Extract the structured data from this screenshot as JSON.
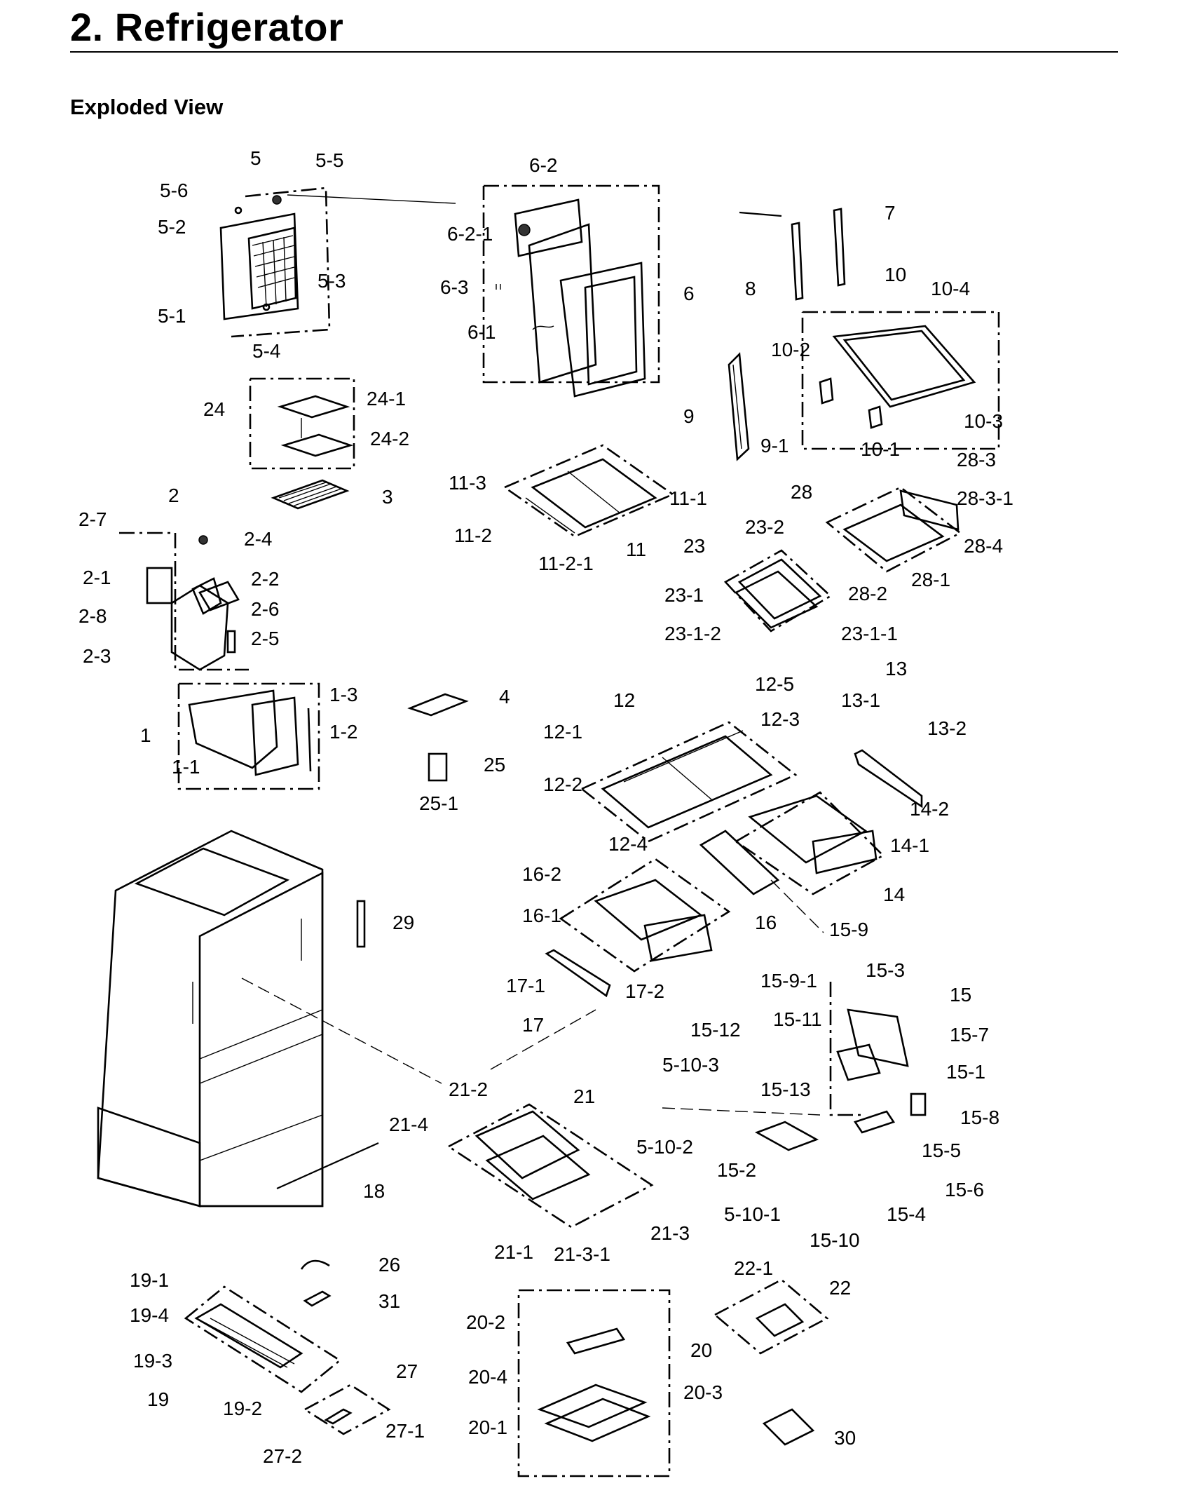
{
  "page": {
    "title": "2.  Refrigerator",
    "subtitle": "Exploded View"
  },
  "callouts": [
    "5",
    "5-5",
    "5-6",
    "5-2",
    "5-3",
    "5-1",
    "5-4",
    "6-2",
    "6-2-1",
    "6-3",
    "6",
    "6-1",
    "7",
    "8",
    "10",
    "10-4",
    "10-2",
    "10-3",
    "9",
    "9-1",
    "10-1",
    "24",
    "24-1",
    "24-2",
    "3",
    "11-3",
    "11-1",
    "11-2",
    "11",
    "11-2-1",
    "28",
    "28-3",
    "28-3-1",
    "28-4",
    "28-1",
    "28-2",
    "23",
    "23-2",
    "23-1",
    "23-1-2",
    "23-1-1",
    "2",
    "2-7",
    "2-4",
    "2-1",
    "2-2",
    "2-8",
    "2-6",
    "2-3",
    "2-5",
    "1",
    "1-3",
    "1-2",
    "1-1",
    "4",
    "25",
    "25-1",
    "12",
    "12-5",
    "12-3",
    "12-1",
    "12-2",
    "12-4",
    "13",
    "13-1",
    "13-2",
    "14-2",
    "14-1",
    "14",
    "16-2",
    "16-1",
    "16",
    "29",
    "17-1",
    "17-2",
    "17",
    "15-9",
    "15-9-1",
    "15-3",
    "15",
    "15-7",
    "15-1",
    "15-12",
    "15-11",
    "5-10-3",
    "15-13",
    "15-8",
    "21-2",
    "21",
    "21-4",
    "5-10-2",
    "15-2",
    "15-5",
    "15-6",
    "18",
    "21-3",
    "21-1",
    "21-3-1",
    "5-10-1",
    "15-10",
    "15-4",
    "26",
    "22-1",
    "22",
    "19-1",
    "31",
    "19-4",
    "20-2",
    "20",
    "19-3",
    "27",
    "20-4",
    "20-3",
    "19",
    "19-2",
    "27-1",
    "20-1",
    "30",
    "27-2"
  ]
}
